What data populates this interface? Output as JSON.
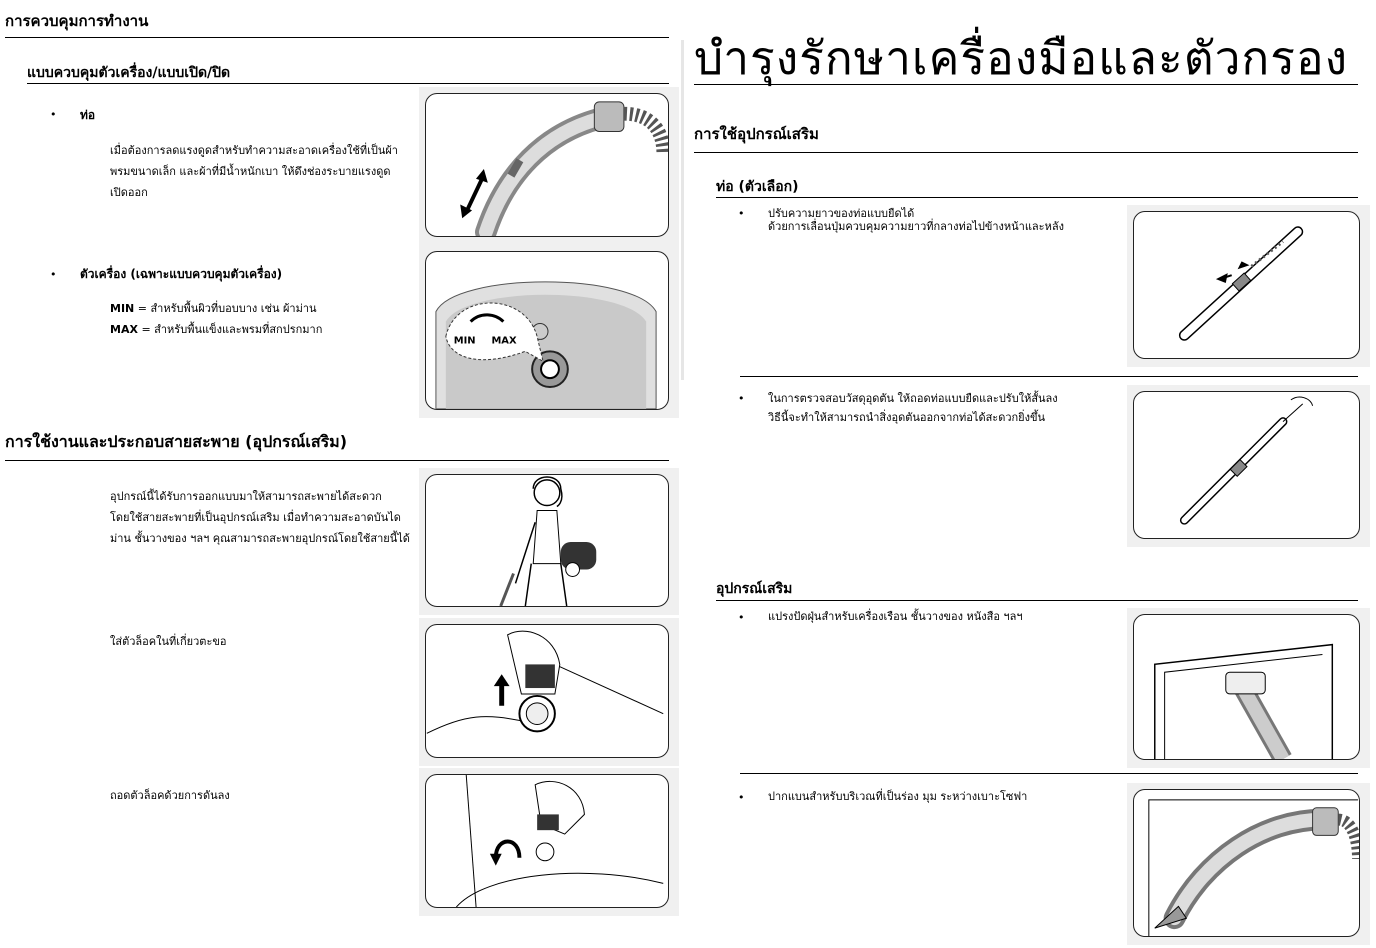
{
  "left": {
    "section_title": "การควบคุมการทำงาน",
    "sub_title": "แบบควบคุมตัวเครื่อง/แบบเปิด/ปิด",
    "pipe": {
      "label": "ท่อ",
      "desc": [
        "เมื่อต้องการลดแรงดูดสำหรับทำความสะอาดเครื่องใช้ที่เป็นผ้า",
        "พรมขนาดเล็ก และผ้าที่มีน้ำหนักเบา ให้ดึงช่องระบายแรงดูด",
        "เปิดออก"
      ]
    },
    "body": {
      "label": "ตัวเครื่อง (เฉพาะแบบควบคุมตัวเครื่อง)",
      "min_key": "MIN",
      "min_text": " = สำหรับพื้นผิวที่บอบบาง เช่น ผ้าม่าน",
      "max_key": "MAX",
      "max_text": " = สำหรับพื้นแข็งและพรมที่สกปรกมาก",
      "dial_min": "MIN",
      "dial_max": "MAX"
    },
    "strap_title": "การใช้งานและประกอบสายสะพาย (อุปกรณ์เสริม)",
    "strap_desc": [
      "อุปกรณ์นี้ได้รับการออกแบบมาให้สามารถสะพายได้สะดวก",
      "โดยใช้สายสะพายที่เป็นอุปกรณ์เสริม เมื่อทำความสะอาดบันได",
      "ม่าน ชั้นวางของ ฯลฯ คุณสามารถสะพายอุปกรณ์โดยใช้สายนี้ได้"
    ],
    "hook_desc": "ใส่ตัวล็อคในที่เกี่ยวตะขอ",
    "push_desc": "ถอดตัวล็อคด้วยการดันลง"
  },
  "right": {
    "big_title": "บำรุงรักษาเครื่องมือและตัวกรอง",
    "section_title": "การใช้อุปกรณ์เสริม",
    "pipe_title": "ท่อ (ตัวเลือก)",
    "pipe_item1": [
      "ปรับความยาวของท่อแบบยืดได้",
      "ด้วยการเลื่อนปุ่มควบคุมความยาวที่กลางท่อไปข้างหน้าและหลัง"
    ],
    "pipe_item2": [
      "ในการตรวจสอบวัสดุอุดตัน ให้ถอดท่อแบบยืดและปรับให้สั้นลง",
      "วิธีนี้จะทำให้สามารถนำสิ่งอุดตันออกจากท่อได้สะดวกยิ่งขึ้น"
    ],
    "acc_title": "อุปกรณ์เสริม",
    "acc_item1": "แปรงปัดฝุ่นสำหรับเครื่องเรือน ชั้นวางของ หนังสือ ฯลฯ",
    "acc_item2": "ปากแบนสำหรับบริเวณที่เป็นร่อง มุม ระหว่างเบาะโซฟา"
  },
  "bullet": "•"
}
